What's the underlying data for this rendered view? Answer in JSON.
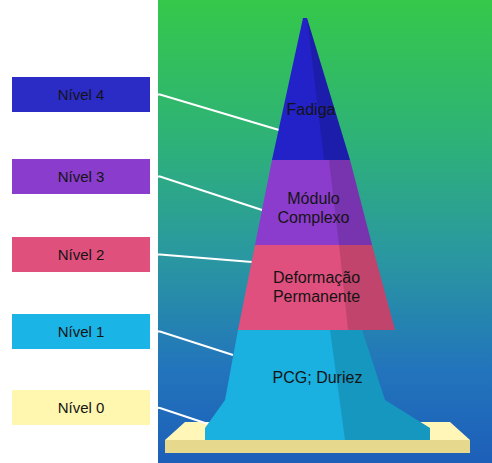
{
  "diagram": {
    "nodes": [
      {
        "text": [
          "Nível 4"
        ]
      },
      {
        "text": [
          "Nível 3"
        ]
      },
      {
        "text": [
          "Nível 2"
        ]
      },
      {
        "text": [
          "Nível 1"
        ]
      },
      {
        "text": [
          "Nível 0"
        ]
      },
      {
        "text": [
          "Fadiga"
        ]
      },
      {
        "text": [
          "Módulo Complexo"
        ]
      },
      {
        "text": [
          "Deformação Permanente"
        ]
      },
      {
        "text": [
          "PCG; Duriez"
        ]
      }
    ],
    "edges": [
      {
        "from": 0,
        "to": 5,
        "arrow": "none"
      },
      {
        "from": 1,
        "to": 6,
        "arrow": "none"
      },
      {
        "from": 2,
        "to": 7,
        "arrow": "none"
      },
      {
        "from": 3,
        "to": 8,
        "arrow": "none"
      }
    ]
  }
}
